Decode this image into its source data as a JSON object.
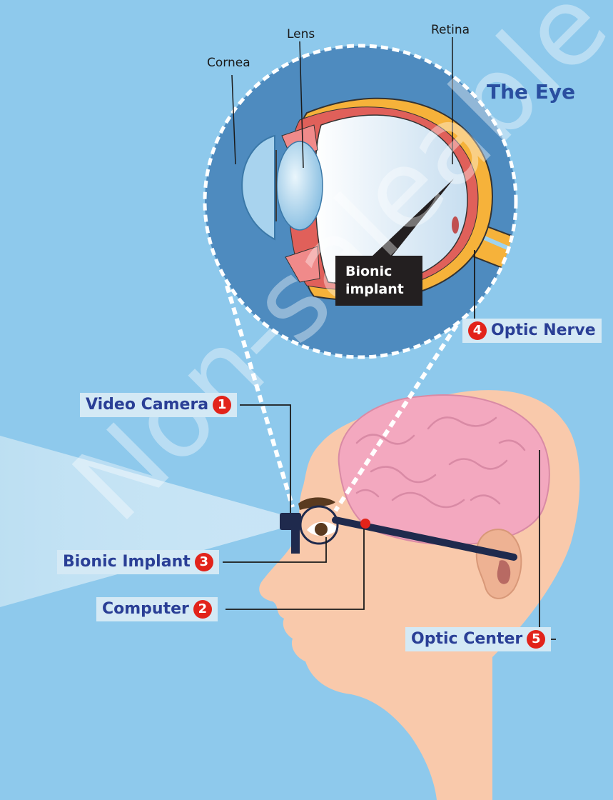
{
  "title": "The Eye",
  "eye_labels": {
    "cornea": "Cornea",
    "lens": "Lens",
    "retina": "Retina",
    "implant_line1": "Bionic",
    "implant_line2": "implant"
  },
  "callouts": [
    {
      "num": "1",
      "label": "Video Camera"
    },
    {
      "num": "2",
      "label": "Computer"
    },
    {
      "num": "3",
      "label": "Bionic Implant"
    },
    {
      "num": "4",
      "label": "Optic Nerve"
    },
    {
      "num": "5",
      "label": "Optic Center"
    }
  ],
  "watermark": "Non-saleable",
  "colors": {
    "background": "#8ec9ec",
    "label_text": "#2a3f96",
    "badge": "#e2231a",
    "skin": "#f9c9ab",
    "brain": "#f3a8bf",
    "optic_nerve": "#f6b23a"
  }
}
